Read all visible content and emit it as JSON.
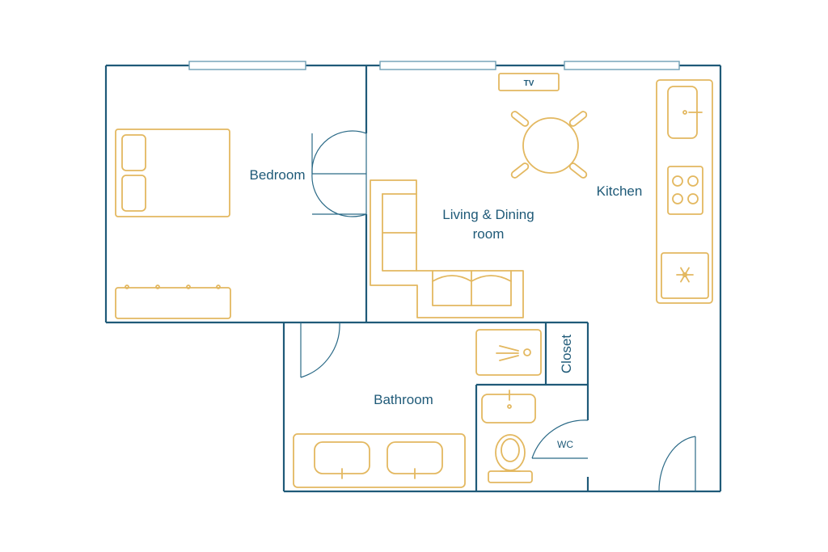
{
  "rooms": {
    "bedroom": "Bedroom",
    "living_line1": "Living & Dining",
    "living_line2": "room",
    "kitchen": "Kitchen",
    "bathroom": "Bathroom",
    "closet": "Closet",
    "wc": "WC"
  },
  "fixtures": {
    "tv": "TV"
  },
  "colors": {
    "walls": "#1f5a78",
    "furniture": "#e3b860",
    "windows": "#6f9fb5"
  }
}
